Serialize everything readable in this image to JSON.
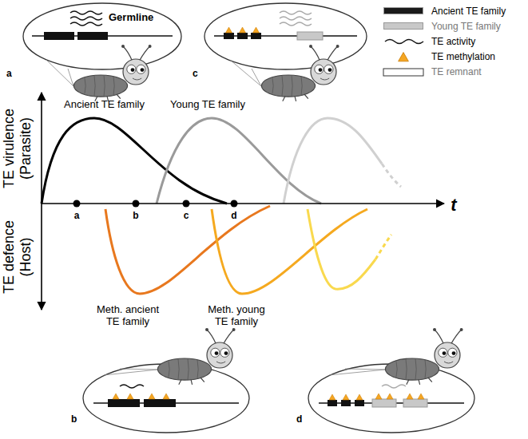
{
  "diagram": {
    "nodes": [
      {
        "text": [
          "Germline",
          "a"
        ]
      },
      {
        "text": [
          "c"
        ]
      },
      {
        "text": [
          "b"
        ]
      },
      {
        "text": [
          "d"
        ]
      }
    ],
    "labels": [
      "TE virulence (Parasite)",
      "TE defence (Host)",
      "a",
      "b",
      "c",
      "d",
      "t",
      "Ancient TE family",
      "Young TE family",
      "Meth. ancient TE family",
      "Meth. young TE family"
    ],
    "legend": [
      {
        "text": "Ancient TE family",
        "color": "#1a1a1a"
      },
      {
        "text": "Young TE family",
        "color": "#c8c8c8"
      },
      {
        "text": "TE activity"
      },
      {
        "text": "TE methylation"
      },
      {
        "text": "TE remnant"
      }
    ]
  }
}
